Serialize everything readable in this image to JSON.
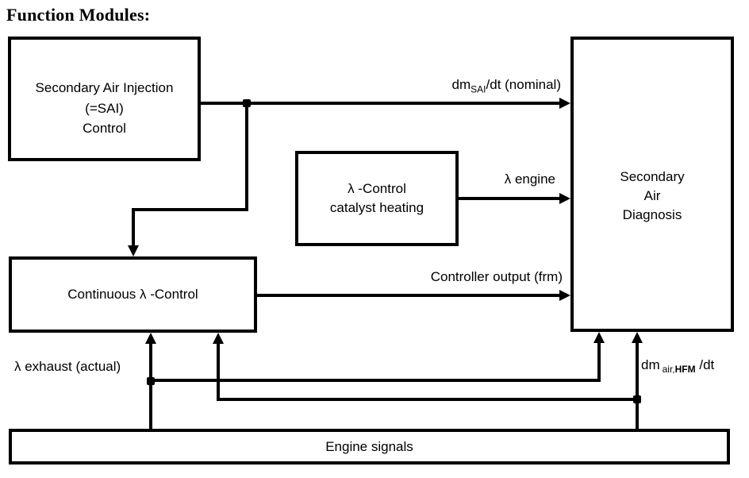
{
  "title": "Function Modules:",
  "boxes": {
    "sai": {
      "line1": "Secondary Air Injection",
      "line2": "(=SAI)",
      "line3": "Control"
    },
    "catalyst": {
      "line1": "λ -Control",
      "line2": "catalyst heating"
    },
    "continuous": {
      "label": "Continuous λ -Control"
    },
    "diagnosis": {
      "line1": "Secondary",
      "line2": "Air",
      "line3": "Diagnosis"
    },
    "engine": {
      "label": "Engine signals"
    }
  },
  "signals": {
    "dm_sai": {
      "base": "dm",
      "sub": "SAI",
      "rest": "/dt (nominal)"
    },
    "lambda_engine": "λ engine",
    "controller_output": "Controller output (frm)",
    "lambda_exhaust": "λ exhaust (actual)",
    "dm_air": {
      "base": "dm",
      "sub_regular": "air,",
      "sub_bold": "HFM",
      "rest": " /dt"
    }
  },
  "colors": {
    "ink": "#000000",
    "paper": "#ffffff"
  }
}
